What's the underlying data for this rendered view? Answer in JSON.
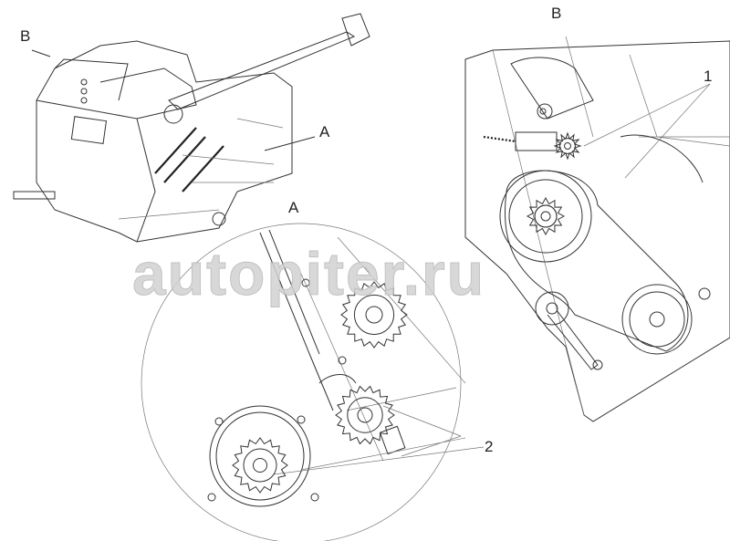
{
  "watermark": "autopiter.ru",
  "labels": {
    "view_b_arrow": "B",
    "view_a_arrow": "A",
    "detail_a_title": "A",
    "detail_b_title": "B",
    "callout_1": "1",
    "callout_2": "2"
  }
}
